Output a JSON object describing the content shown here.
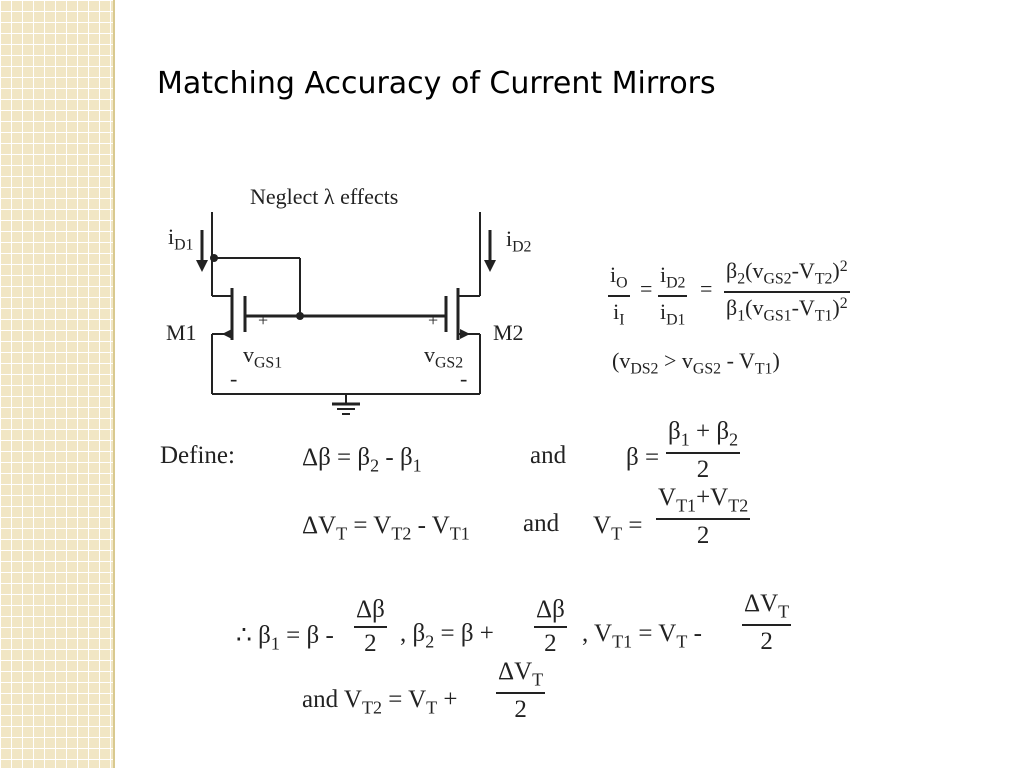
{
  "slide": {
    "title": "Matching Accuracy of Current Mirrors"
  },
  "circuit": {
    "note": "Neglect  λ  effects",
    "id1_i": "i",
    "id1_sub": "D1",
    "id2_i": "i",
    "id2_sub": "D2",
    "m1": "M1",
    "m2": "M2",
    "plus1": "+",
    "plus2": "+",
    "minus1": "-",
    "minus2": "-",
    "vgs1_v": "v",
    "vgs1_sub": "GS1",
    "vgs2_v": "v",
    "vgs2_sub": "GS2"
  },
  "ratio": {
    "io_i": "i",
    "io_sub": "O",
    "ii_i": "i",
    "ii_sub": "I",
    "eq1": "=",
    "id2_i": "i",
    "id2_sub": "D2",
    "id1_i": "i",
    "id1_sub": "D1",
    "eq2": "=",
    "num_a": "β",
    "num_a_sub": "2",
    "num_b": "(v",
    "num_b_sub": "GS2",
    "num_c": "-V",
    "num_c_sub": "T2",
    "num_d": ")",
    "num_d_sup": "2",
    "den_a": "β",
    "den_a_sub": "1",
    "den_b": "(v",
    "den_b_sub": "GS1",
    "den_c": "-V",
    "den_c_sub": "T1",
    "den_d": ")",
    "den_d_sup": "2",
    "cond_a": "(v",
    "cond_a_sub": "DS2",
    "cond_b": " > v",
    "cond_b_sub": "GS2",
    "cond_c": " - V",
    "cond_c_sub": "T1",
    "cond_d": ")"
  },
  "define": {
    "label": "Define:",
    "dbeta_a": "Δβ = β",
    "dbeta_a_sub": "2",
    "dbeta_b": " - β",
    "dbeta_b_sub": "1",
    "and1": "and",
    "beta_eq": "β =",
    "beta_num_a": "β",
    "beta_num_a_sub": "1",
    "beta_num_b": " + β",
    "beta_num_b_sub": "2",
    "beta_den": "2",
    "dvt_a": "ΔV",
    "dvt_a_sub": "T",
    "dvt_b": " = V",
    "dvt_b_sub": "T2",
    "dvt_c": " - V",
    "dvt_c_sub": "T1",
    "and2": "and",
    "vt_a": "V",
    "vt_a_sub": "T",
    "vt_b": " =",
    "vt_num_a": "V",
    "vt_num_a_sub": "T1",
    "vt_num_b": "+V",
    "vt_num_b_sub": "T2",
    "vt_den": "2"
  },
  "therefore": {
    "a": "∴ β",
    "a_sub": "1",
    "b": " = β -",
    "f1_num": "Δβ",
    "f1_den": "2",
    "c": " ,  β",
    "c_sub": "2",
    "d": " = β +",
    "f2_num": "Δβ",
    "f2_den": "2",
    "e": " ,  V",
    "e_sub": "T1",
    "f": " = V",
    "f_sub": "T",
    "g": " -",
    "f3_num_a": "ΔV",
    "f3_num_a_sub": "T",
    "f3_den": "2",
    "h": "and  V",
    "h_sub": "T2",
    "i": " = V",
    "i_sub": "T",
    "j": " +",
    "f4_num_a": "ΔV",
    "f4_num_a_sub": "T",
    "f4_den": "2"
  }
}
